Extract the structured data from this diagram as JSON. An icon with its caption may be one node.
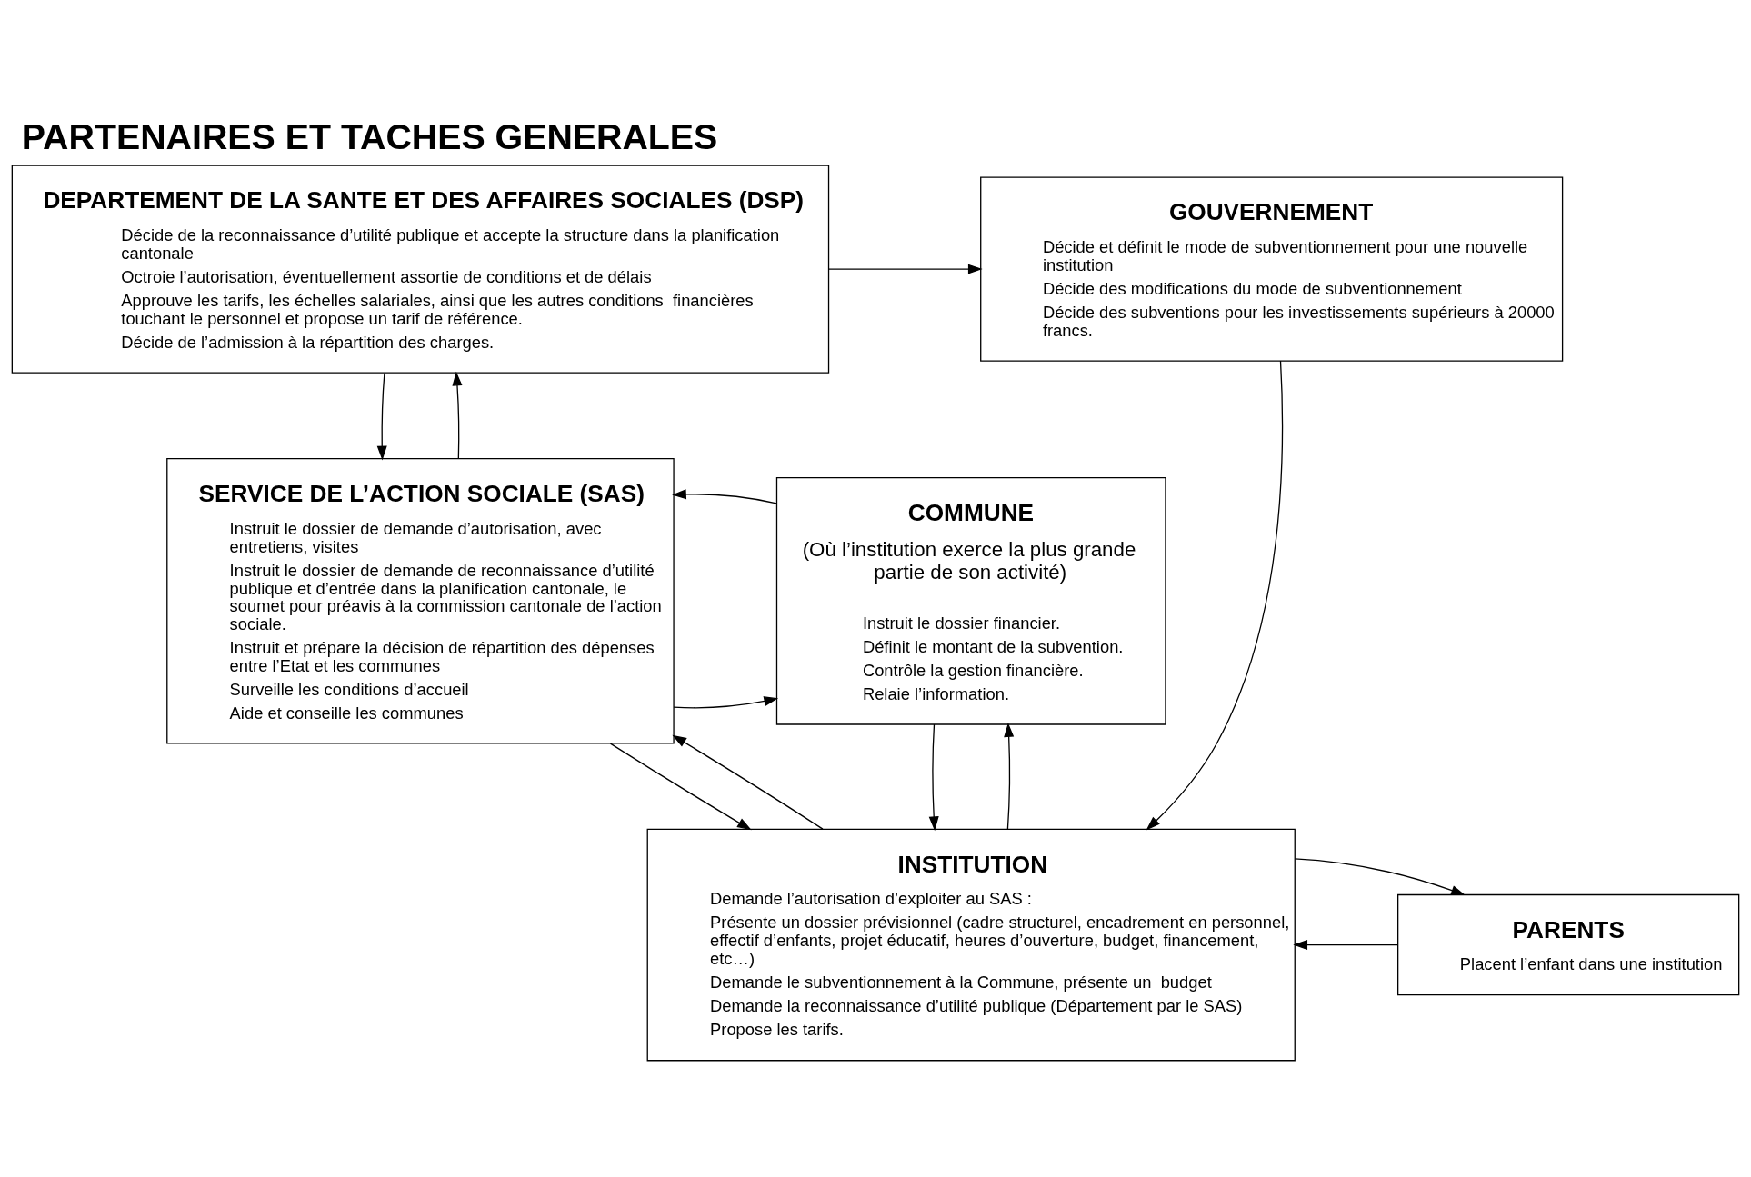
{
  "diagram": {
    "title": "PARTENAIRES ET TACHES GENERALES",
    "nodes": [
      {
        "text": [
          "DEPARTEMENT DE LA SANTE ET DES AFFAIRES SOCIALES (DSP)",
          "Décide de la reconnaissance d’utilité publique et accepte la structure dans la planification cantonale",
          "Octroie l’autorisation, éventuellement assortie de conditions et de délais",
          "Approuve les tarifs, les échelles salariales, ainsi que les autres conditions  financières touchant le personnel et propose un tarif de référence.",
          "Décide de l’admission à la répartition des charges."
        ]
      },
      {
        "text": [
          "GOUVERNEMENT",
          "Décide et définit le mode de subventionnement pour une nouvelle institution",
          "Décide des modifications du mode de subventionnement",
          "Décide des subventions pour les investissements supérieurs à 20000 francs."
        ]
      },
      {
        "text": [
          "SERVICE DE L’ACTION SOCIALE (SAS)",
          "Instruit le dossier de demande d’autorisation, avec entretiens, visites",
          "Instruit le dossier de demande de reconnaissance d’utilité publique et d’entrée dans la planification cantonale, le soumet pour préavis à la commission cantonale de l’action sociale.",
          "Instruit et prépare la décision de répartition des dépenses entre l’Etat et les communes",
          "Surveille les conditions d’accueil",
          "Aide et conseille les communes"
        ]
      },
      {
        "text": [
          "COMMUNE",
          "(Où l’institution exerce la plus grande partie de son activité)",
          "Instruit le dossier financier.",
          "Définit le montant de la subvention.",
          "Contrôle la gestion financière.",
          "Relaie l’information."
        ]
      },
      {
        "text": [
          "INSTITUTION",
          "Demande l’autorisation d’exploiter au SAS :",
          "Présente un dossier prévisionnel (cadre structurel, encadrement en personnel, effectif d’enfants, projet éducatif, heures d’ouverture, budget, financement, etc…)",
          "Demande le subventionnement à la Commune, présente un  budget",
          "Demande la reconnaissance d’utilité publique (Département par le SAS)",
          "Propose les tarifs."
        ]
      },
      {
        "text": [
          "PARENTS",
          "Placent l’enfant dans une institution"
        ]
      }
    ],
    "edges": [
      {
        "from": 0,
        "to": 1,
        "arrow": "to"
      },
      {
        "from": 2,
        "to": 0,
        "arrow": "to"
      },
      {
        "from": 0,
        "to": 2,
        "arrow": "to"
      },
      {
        "from": 2,
        "to": 3,
        "arrow": "to"
      },
      {
        "from": 3,
        "to": 2,
        "arrow": "to"
      },
      {
        "from": 1,
        "to": 4,
        "arrow": "to"
      },
      {
        "from": 4,
        "to": 2,
        "arrow": "to"
      },
      {
        "from": 2,
        "to": 4,
        "arrow": "to"
      },
      {
        "from": 3,
        "to": 4,
        "arrow": "to"
      },
      {
        "from": 4,
        "to": 3,
        "arrow": "to"
      },
      {
        "from": 5,
        "to": 4,
        "arrow": "to"
      },
      {
        "from": 4,
        "to": 5,
        "arrow": "to"
      }
    ]
  }
}
